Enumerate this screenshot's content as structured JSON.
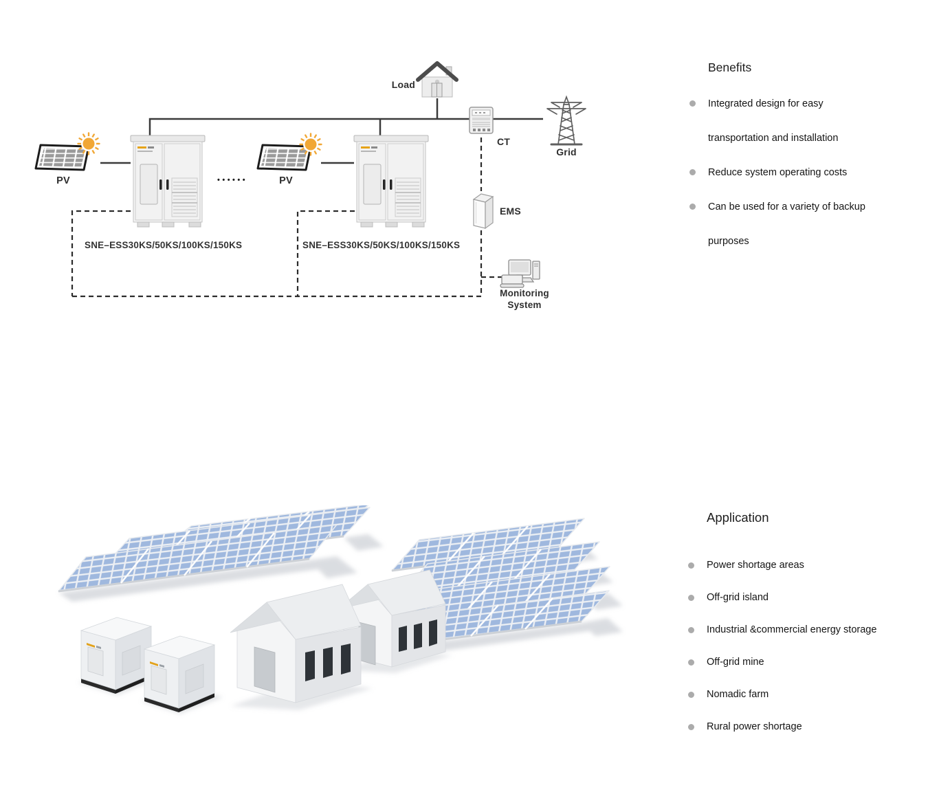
{
  "diagram": {
    "labels": {
      "pv1": "PV",
      "pv2": "PV",
      "load": "Load",
      "ct": "CT",
      "grid": "Grid",
      "ems": "EMS",
      "monitoring": "Monitoring\nSystem",
      "cabinet1_model": "SNE–ESS30KS/50KS/100KS/150KS",
      "cabinet2_model": "SNE–ESS30KS/50KS/100KS/150KS",
      "ellipsis": "••••••"
    },
    "colors": {
      "line": "#3a3a3a",
      "sun": "#f1a735",
      "pv_cell": "#9a9a9a",
      "solar_panel_blue": "#9fb8de"
    }
  },
  "benefits": {
    "title": "Benefits",
    "items": [
      "Integrated design for easy transportation and installation",
      "Reduce system operating costs",
      "Can be used for a variety of backup purposes"
    ]
  },
  "application": {
    "title": "Application",
    "items": [
      "Power shortage areas",
      "Off-grid island",
      "Industrial &commercial energy storage",
      "Off-grid mine",
      "Nomadic farm",
      "Rural power shortage"
    ]
  }
}
